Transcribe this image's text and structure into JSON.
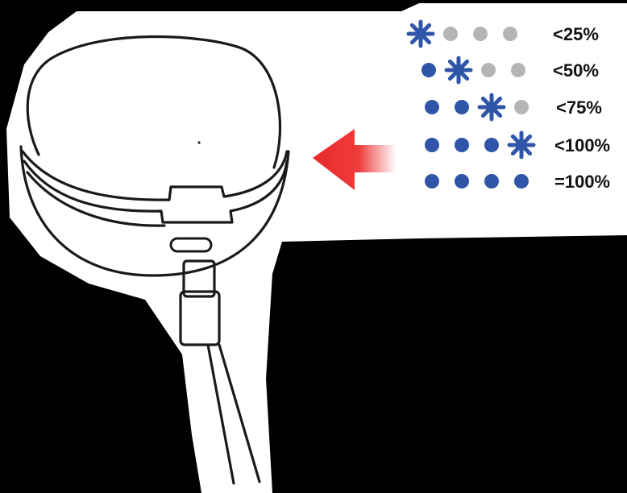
{
  "legend": {
    "rows": [
      {
        "label": "<25%",
        "states": [
          "blink",
          "off",
          "off",
          "off"
        ]
      },
      {
        "label": "<50%",
        "states": [
          "on",
          "blink",
          "off",
          "off"
        ]
      },
      {
        "label": "<75%",
        "states": [
          "on",
          "on",
          "blink",
          "off"
        ]
      },
      {
        "label": "<100%",
        "states": [
          "on",
          "on",
          "on",
          "blink"
        ]
      },
      {
        "label": "=100%",
        "states": [
          "on",
          "on",
          "on",
          "on"
        ]
      }
    ]
  },
  "colors": {
    "led_on": "#2f55a8",
    "led_off": "#b5b5b5",
    "arrow": "#e8292a",
    "background": "#000000",
    "paper": "#ffffff",
    "line": "#1a1a1a"
  },
  "icons": {
    "blink": "blinking-led-icon",
    "on": "led-on-icon",
    "off": "led-off-icon",
    "arrow": "arrow-left-icon"
  }
}
